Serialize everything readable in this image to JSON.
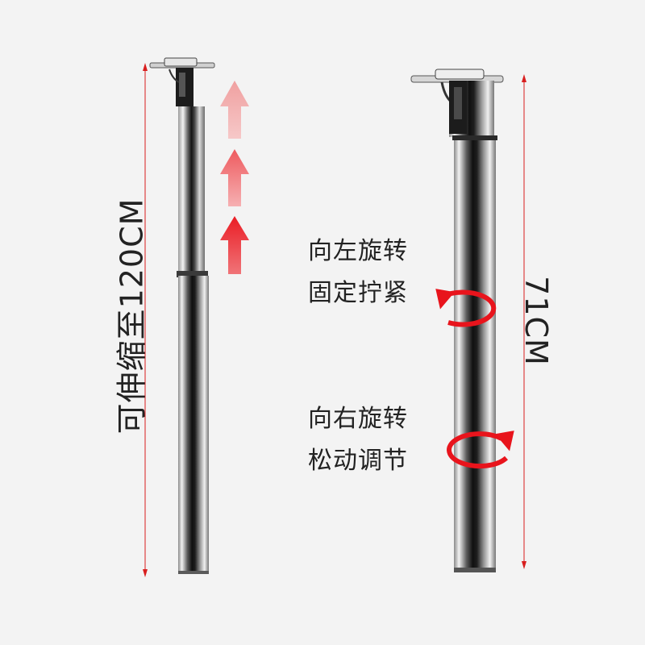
{
  "left_pole": {
    "length_label": "可伸缩至120CM"
  },
  "right_pole": {
    "length_label": "71CM",
    "tighten_instruction": {
      "line1": "向左旋转",
      "line2": "固定拧紧"
    },
    "loosen_instruction": {
      "line1": "向右旋转",
      "line2": "松动调节"
    }
  },
  "colors": {
    "background": "#f3f3f3",
    "accent_red": "#e8141c",
    "dimension_line": "#d81e1e",
    "text": "#222222"
  },
  "icons": [
    "up-arrow-icon",
    "rotate-left-icon",
    "rotate-right-icon",
    "dimension-line"
  ]
}
